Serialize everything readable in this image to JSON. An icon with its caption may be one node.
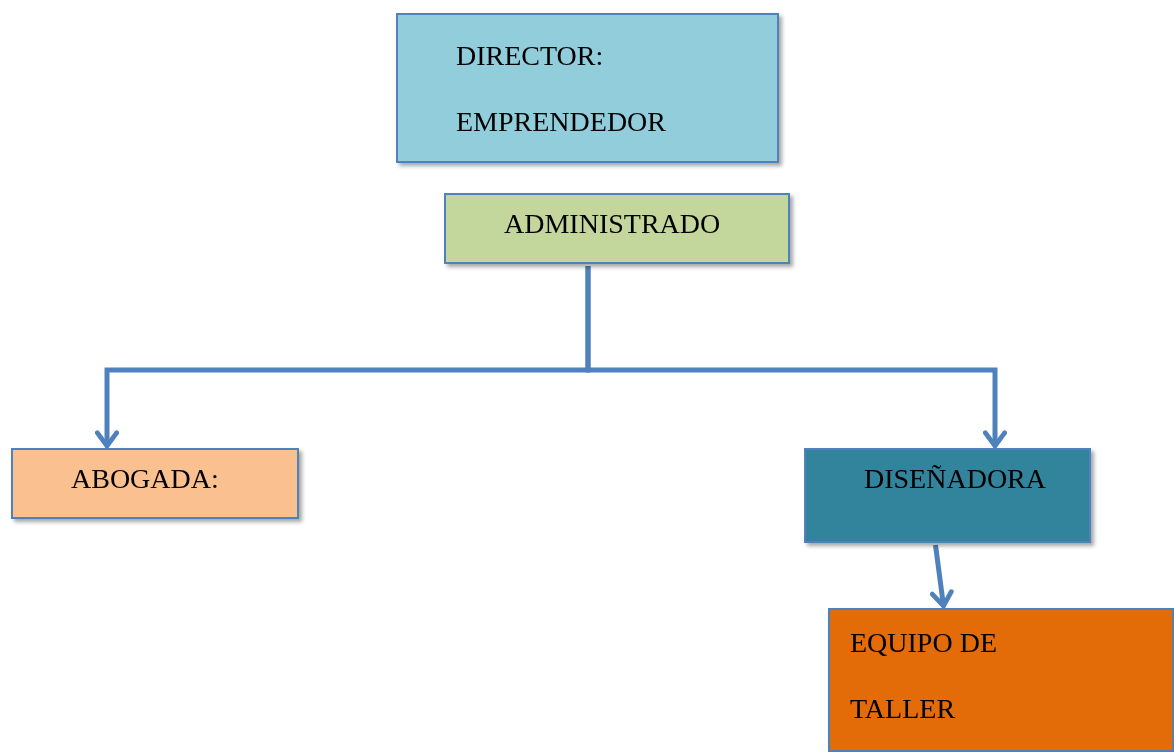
{
  "diagram": {
    "nodes": [
      {
        "text": [
          "DIRECTOR:",
          "EMPRENDEDOR"
        ]
      },
      {
        "text": [
          "ADMINISTRADO"
        ]
      },
      {
        "text": [
          "ABOGADA:"
        ]
      },
      {
        "text": [
          "DISEÑADORA"
        ]
      },
      {
        "text": [
          "EQUIPO DE",
          "TALLER"
        ]
      }
    ],
    "edges": [
      {
        "from": 1,
        "to": 2,
        "arrow": "to"
      },
      {
        "from": 1,
        "to": 3,
        "arrow": "to"
      },
      {
        "from": 3,
        "to": 4,
        "arrow": "to"
      }
    ]
  }
}
